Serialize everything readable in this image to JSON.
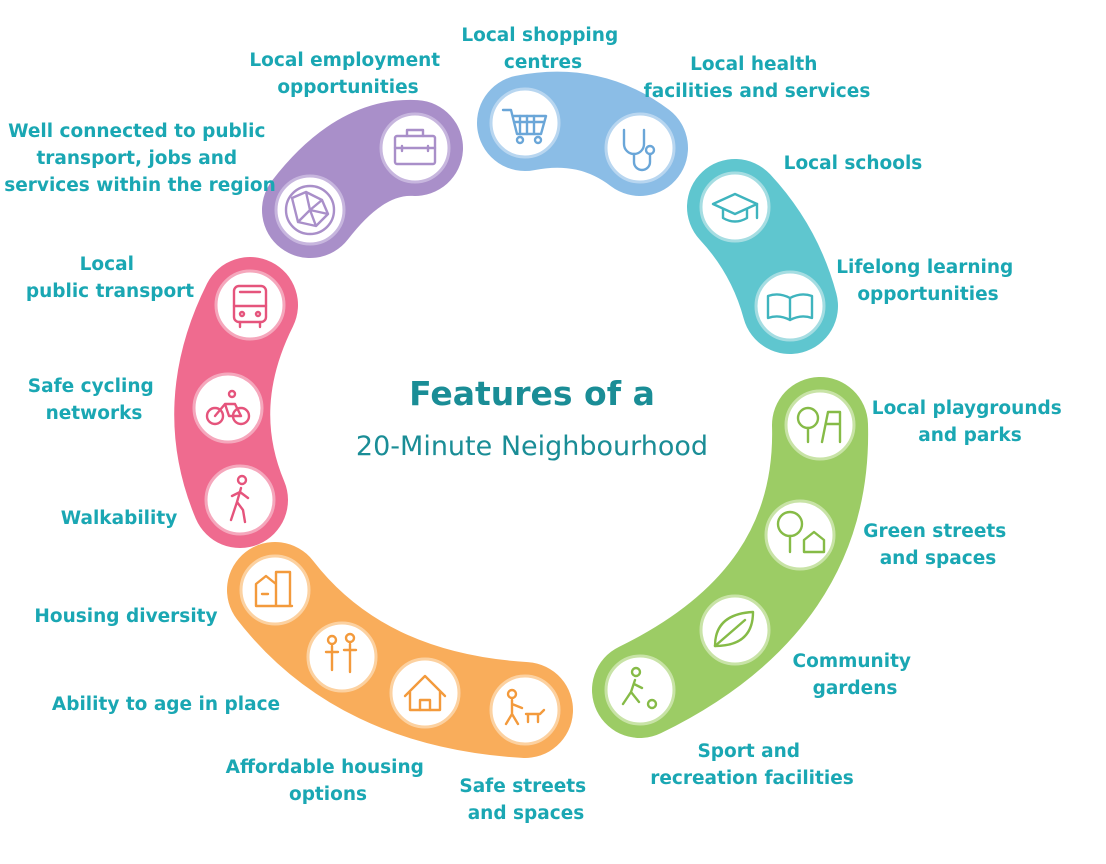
{
  "title": {
    "line1": "Features of a",
    "line2": "20-Minute Neighbourhood"
  },
  "colors": {
    "text": "#1aa7b3",
    "title": "#1a8d96",
    "purple": "#a98fc9",
    "blue": "#8bbde6",
    "teal": "#5fc6cf",
    "green": "#9ccc65",
    "orange": "#f9ad5b",
    "pink": "#ef6b8f"
  },
  "groups": {
    "purple": {
      "name": "purple",
      "icons": [
        "briefcase-icon",
        "network-globe-icon"
      ]
    },
    "blue": {
      "name": "blue",
      "icons": [
        "shopping-cart-icon",
        "stethoscope-icon"
      ]
    },
    "teal": {
      "name": "teal",
      "icons": [
        "graduation-cap-icon",
        "open-book-icon"
      ]
    },
    "pink": {
      "name": "pink",
      "icons": [
        "bus-icon",
        "cyclist-icon",
        "walking-person-icon"
      ]
    },
    "orange": {
      "name": "orange",
      "icons": [
        "houses-icon",
        "family-icon",
        "house-icon",
        "person-with-dog-icon"
      ]
    },
    "green": {
      "name": "green",
      "icons": [
        "playground-icon",
        "trees-icon",
        "leaf-icon",
        "soccer-player-icon"
      ]
    }
  },
  "labels": {
    "employment": [
      "Local employment",
      "opportunities"
    ],
    "shopping": [
      "Local shopping",
      "centres"
    ],
    "health": [
      "Local health",
      "facilities and services"
    ],
    "connected": [
      "Well connected to public",
      "transport, jobs and",
      "services within the region"
    ],
    "schools": [
      "Local schools"
    ],
    "lifelong": [
      "Lifelong learning",
      "opportunities"
    ],
    "transport": [
      "Local",
      "public transport"
    ],
    "cycling": [
      "Safe cycling",
      "networks"
    ],
    "walkability": [
      "Walkability"
    ],
    "playgrounds": [
      "Local playgrounds",
      "and parks"
    ],
    "green_streets": [
      "Green streets",
      "and spaces"
    ],
    "housing_diversity": [
      "Housing diversity"
    ],
    "age": [
      "Ability to age in place"
    ],
    "gardens": [
      "Community",
      "gardens"
    ],
    "affordable": [
      "Affordable housing",
      "options"
    ],
    "sport": [
      "Sport and",
      "recreation facilities"
    ],
    "safe_streets": [
      "Safe streets",
      "and spaces"
    ]
  }
}
